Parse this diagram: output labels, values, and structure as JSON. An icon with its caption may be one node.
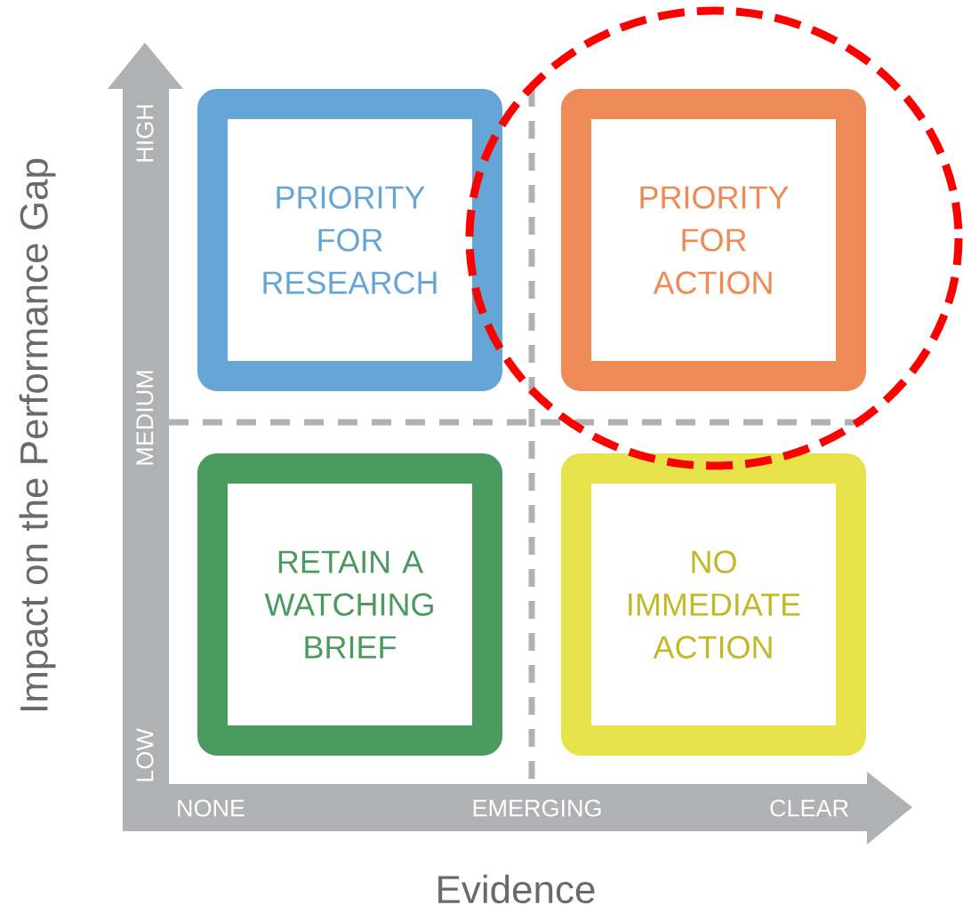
{
  "diagram": {
    "nodes": [
      {
        "text": [
          "PRIORITY FOR RESEARCH"
        ]
      },
      {
        "text": [
          "PRIORITY FOR ACTION"
        ]
      },
      {
        "text": [
          "RETAIN A WATCHING BRIEF"
        ]
      },
      {
        "text": [
          "NO IMMEDIATE ACTION"
        ]
      }
    ],
    "labels": [
      "Impact on the Performance Gap",
      "HIGH",
      "MEDIUM",
      "LOW",
      "NONE",
      "EMERGING",
      "CLEAR",
      "Evidence"
    ]
  }
}
